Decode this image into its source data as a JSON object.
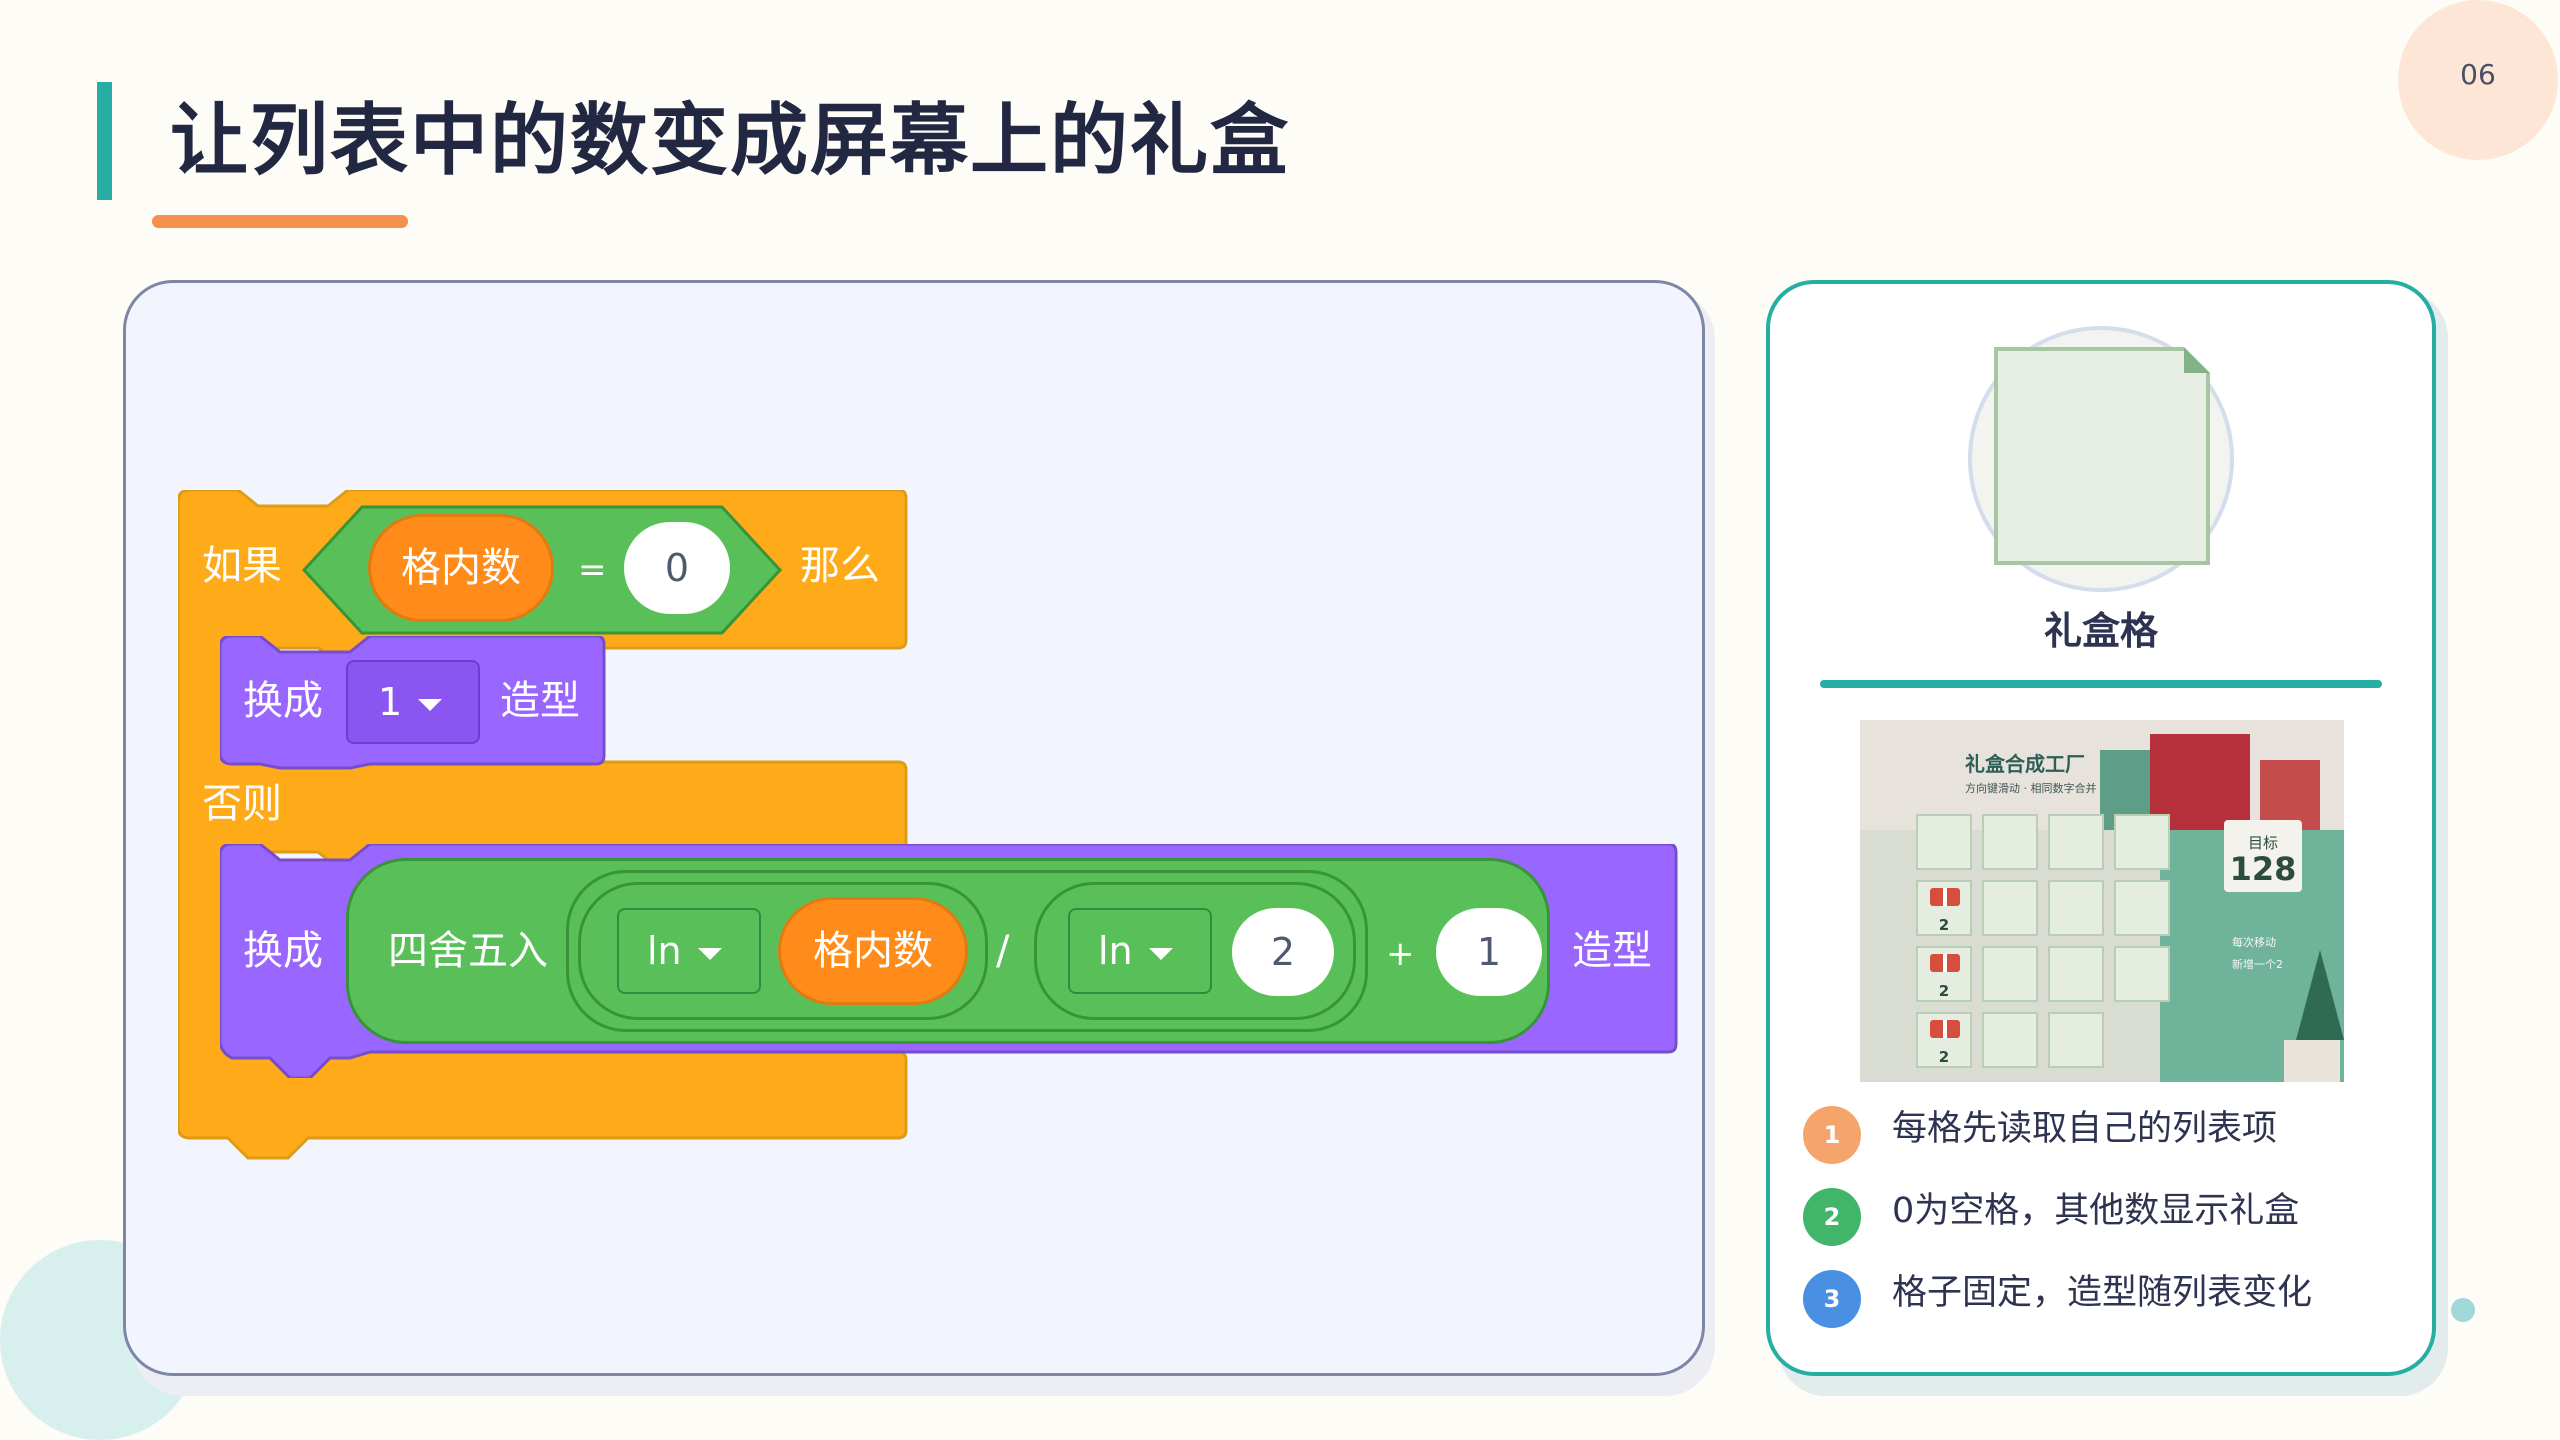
{
  "header": {
    "title": "让列表中的数变成屏幕上的礼盒",
    "page_number": "06"
  },
  "code": {
    "if_label": "如果",
    "var_name": "格内数",
    "equals": "=",
    "compare_value": "0",
    "then_label": "那么",
    "switch_label": "换成",
    "costume_value_1": "1",
    "costume_label": "造型",
    "else_label": "否则",
    "round_label": "四舍五入",
    "ln_label": "ln",
    "divide": "/",
    "ln_value": "2",
    "plus": "+",
    "add_value": "1"
  },
  "side": {
    "caption": "礼盒格",
    "game": {
      "title": "礼盒合成工厂",
      "subtitle": "方向键滑动 · 相同数字合并",
      "target_label": "目标",
      "target_value": "128",
      "note_1": "每次移动",
      "note_2": "新增一个2",
      "cell_value": "2"
    },
    "steps": [
      {
        "badge": "1",
        "text": "每格先读取自己的列表项",
        "color": "#f5a56b"
      },
      {
        "badge": "2",
        "text": "0为空格，其他数显示礼盒",
        "color": "#41b56a"
      },
      {
        "badge": "3",
        "text": "格子固定，造型随列表变化",
        "color": "#4a90e2"
      }
    ]
  },
  "colors": {
    "accent_teal": "#27aea3",
    "accent_orange": "#f5914d",
    "control_block": "#ffab19",
    "looks_block": "#9966ff",
    "operator_block": "#59c059",
    "variable_block": "#ff8c1a"
  }
}
